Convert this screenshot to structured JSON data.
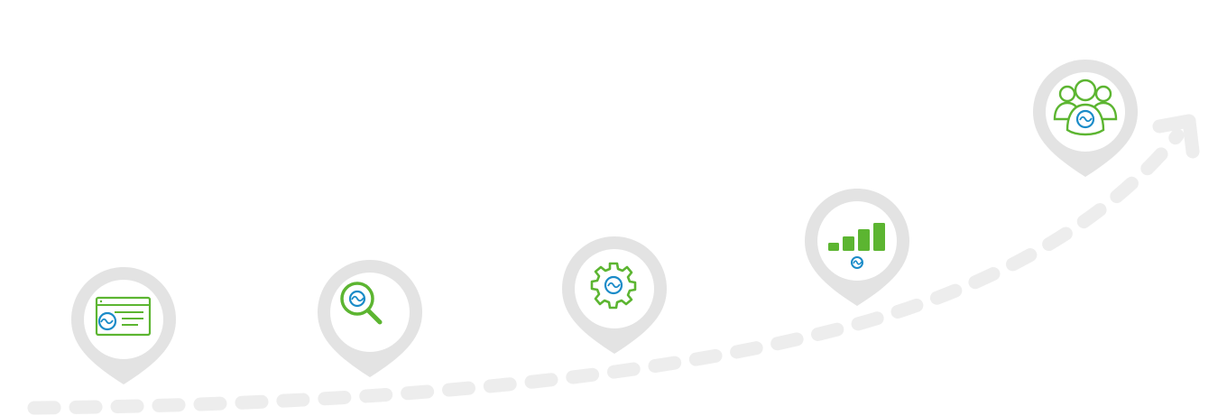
{
  "colors": {
    "pin_ring": "#e3e3e3",
    "pin_inner": "#ffffff",
    "icon_green": "#5cb531",
    "icon_blue": "#1a8bc8",
    "path_dash": "#ededed"
  },
  "journey": {
    "steps": [
      {
        "icon": "browser-window-icon"
      },
      {
        "icon": "magnifier-search-icon"
      },
      {
        "icon": "gear-settings-icon"
      },
      {
        "icon": "growth-bars-icon"
      },
      {
        "icon": "user-group-icon"
      }
    ],
    "path": {
      "style": "dashed",
      "direction": "left-to-right-upward",
      "end": "arrowhead"
    }
  }
}
